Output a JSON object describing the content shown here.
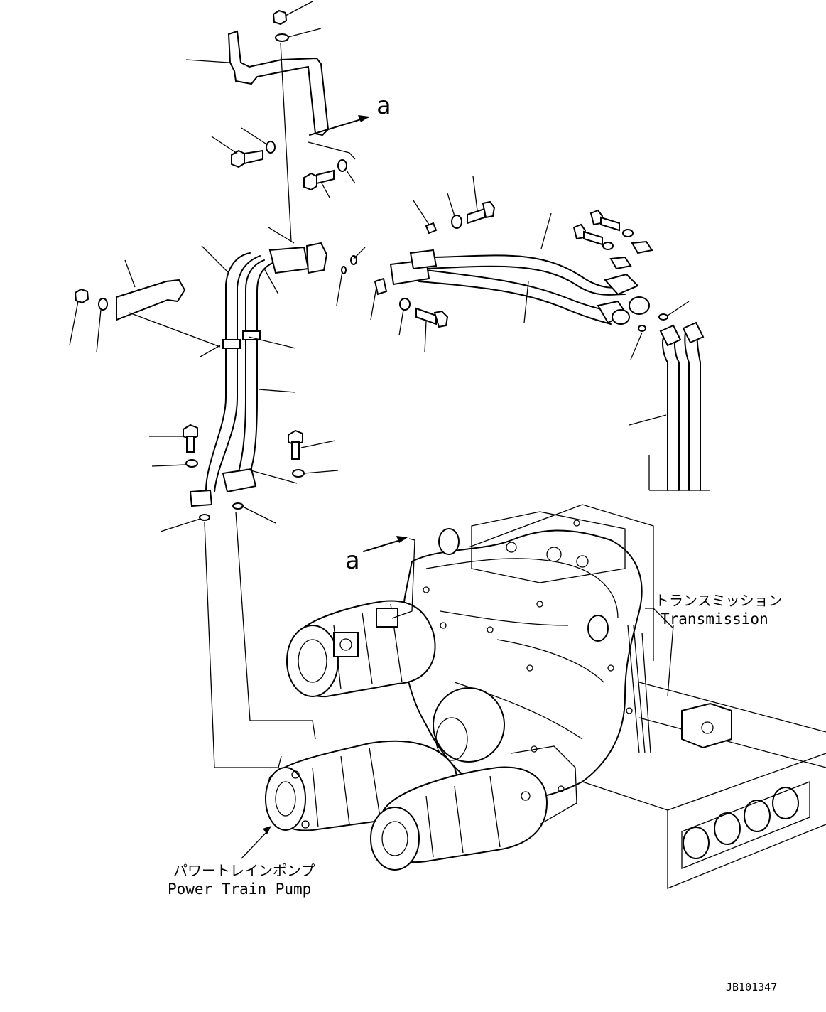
{
  "view_marker": "a",
  "labels": {
    "transmission_jp": "トランスミッション",
    "transmission_en": "Transmission",
    "pump_jp": "パワートレインポンプ",
    "pump_en": "Power Train Pump"
  },
  "drawing_code": "JB101347",
  "icons": [
    "arrow-right-icon",
    "leader-arrow-icon"
  ]
}
